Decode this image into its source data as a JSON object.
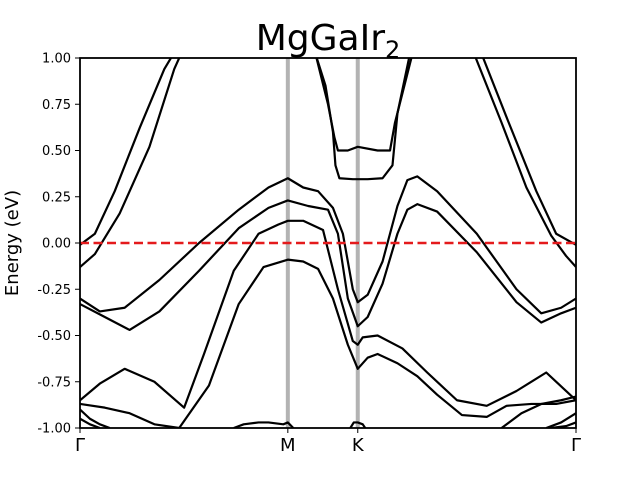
{
  "chart_data": {
    "type": "line",
    "title": {
      "main": "MgGaIr",
      "subscript": "2"
    },
    "xlabel": "",
    "ylabel": "Energy (eV)",
    "ylim": [
      -1.0,
      1.0
    ],
    "xlim": [
      0,
      1
    ],
    "yticks": [
      "-1.00",
      "-0.75",
      "-0.50",
      "-0.25",
      "0.00",
      "0.25",
      "0.50",
      "0.75",
      "1.00"
    ],
    "ytick_values": [
      -1.0,
      -0.75,
      -0.5,
      -0.25,
      0.0,
      0.25,
      0.5,
      0.75,
      1.0
    ],
    "kpoints": [
      {
        "label": "Γ",
        "x": 0.0
      },
      {
        "label": "M",
        "x": 0.419
      },
      {
        "label": "K",
        "x": 0.56
      },
      {
        "label": "Γ",
        "x": 1.0
      }
    ],
    "fermi_level": 0.0,
    "grid": false,
    "colors": {
      "bands": "#000000",
      "fermi": "#e41a1c",
      "kpath": "#b3b3b3"
    },
    "series": [
      {
        "x": [
          0.0,
          0.03,
          0.08,
          0.14,
          0.19,
          0.205
        ],
        "y": [
          -0.13,
          -0.06,
          0.16,
          0.52,
          0.94,
          1.03
        ]
      },
      {
        "x": [
          0.0,
          0.03,
          0.07,
          0.12,
          0.17,
          0.19
        ],
        "y": [
          -0.01,
          0.05,
          0.28,
          0.62,
          0.94,
          1.03
        ]
      },
      {
        "x": [
          0.0,
          0.04,
          0.09,
          0.16,
          0.24,
          0.32,
          0.38,
          0.419,
          0.45,
          0.48,
          0.51,
          0.53,
          0.55,
          0.56,
          0.58,
          0.61,
          0.64,
          0.66,
          0.68,
          0.72,
          0.8,
          0.88,
          0.93,
          0.97,
          1.0
        ],
        "y": [
          -0.3,
          -0.37,
          -0.35,
          -0.2,
          0.0,
          0.18,
          0.3,
          0.35,
          0.3,
          0.28,
          0.19,
          0.05,
          -0.25,
          -0.32,
          -0.28,
          -0.1,
          0.2,
          0.34,
          0.36,
          0.28,
          0.05,
          -0.25,
          -0.38,
          -0.35,
          -0.3
        ]
      },
      {
        "x": [
          0.0,
          0.05,
          0.1,
          0.16,
          0.24,
          0.32,
          0.38,
          0.419,
          0.46,
          0.5,
          0.52,
          0.54,
          0.56,
          0.58,
          0.61,
          0.64,
          0.66,
          0.68,
          0.72,
          0.8,
          0.88,
          0.93,
          0.97,
          1.0
        ],
        "y": [
          -0.33,
          -0.4,
          -0.47,
          -0.37,
          -0.15,
          0.08,
          0.19,
          0.23,
          0.2,
          0.18,
          0.05,
          -0.3,
          -0.45,
          -0.4,
          -0.22,
          0.05,
          0.18,
          0.21,
          0.17,
          -0.05,
          -0.32,
          -0.43,
          -0.38,
          -0.35
        ]
      },
      {
        "x": [
          0.0,
          0.04,
          0.09,
          0.15,
          0.21,
          0.25,
          0.31,
          0.36,
          0.4,
          0.419,
          0.45,
          0.49,
          0.52,
          0.55,
          0.56,
          0.57,
          0.6,
          0.65,
          0.7,
          0.76,
          0.82,
          0.88,
          0.94,
          1.0
        ],
        "y": [
          -0.85,
          -0.76,
          -0.68,
          -0.75,
          -0.89,
          -0.6,
          -0.15,
          0.05,
          0.1,
          0.12,
          0.12,
          0.07,
          -0.25,
          -0.53,
          -0.55,
          -0.51,
          -0.5,
          -0.57,
          -0.7,
          -0.85,
          -0.88,
          -0.8,
          -0.7,
          -0.85
        ]
      },
      {
        "x": [
          0.0,
          0.05,
          0.1,
          0.15,
          0.2,
          0.26,
          0.32,
          0.37,
          0.419,
          0.45,
          0.48,
          0.51,
          0.54,
          0.56,
          0.58,
          0.6,
          0.64,
          0.68,
          0.72,
          0.77,
          0.82,
          0.86,
          0.91,
          0.96,
          1.0
        ],
        "y": [
          -0.87,
          -0.89,
          -0.92,
          -0.98,
          -1.0,
          -0.77,
          -0.33,
          -0.13,
          -0.09,
          -0.1,
          -0.14,
          -0.3,
          -0.55,
          -0.68,
          -0.62,
          -0.6,
          -0.65,
          -0.72,
          -0.82,
          -0.93,
          -0.94,
          -0.88,
          -0.87,
          -0.87,
          -0.85
        ]
      },
      {
        "x": [
          0.0,
          0.02,
          0.04,
          0.06
        ],
        "y": [
          -0.9,
          -0.95,
          -0.98,
          -1.0
        ]
      },
      {
        "x": [
          0.0,
          0.02,
          0.04
        ],
        "y": [
          -0.95,
          -0.98,
          -1.0
        ]
      },
      {
        "x": [
          0.31,
          0.33,
          0.36,
          0.38,
          0.41,
          0.419,
          0.43
        ],
        "y": [
          -1.0,
          -0.98,
          -0.97,
          -0.97,
          -0.98,
          -0.97,
          -1.0
        ]
      },
      {
        "x": [
          0.545,
          0.552,
          0.56,
          0.57,
          0.575
        ],
        "y": [
          -1.0,
          -0.97,
          -0.97,
          -0.98,
          -1.0
        ]
      },
      {
        "x": [
          0.94,
          0.97,
          1.0
        ],
        "y": [
          -1.0,
          -0.97,
          -0.92
        ]
      },
      {
        "x": [
          0.95,
          0.98,
          1.0
        ],
        "y": [
          -1.0,
          -0.99,
          -0.97
        ]
      },
      {
        "x": [
          0.85,
          0.89,
          0.93,
          0.97,
          1.0
        ],
        "y": [
          -1.0,
          -0.92,
          -0.87,
          -0.85,
          -0.83
        ]
      },
      {
        "x": [
          0.475,
          0.5,
          0.513,
          0.52,
          0.54,
          0.56,
          0.6,
          0.625,
          0.635,
          0.67
        ],
        "y": [
          1.02,
          0.75,
          0.57,
          0.5,
          0.5,
          0.52,
          0.5,
          0.5,
          0.65,
          1.02
        ]
      },
      {
        "x": [
          0.475,
          0.495,
          0.51,
          0.515,
          0.523,
          0.55,
          0.58,
          0.61,
          0.63,
          0.64,
          0.665
        ],
        "y": [
          1.02,
          0.85,
          0.6,
          0.42,
          0.35,
          0.345,
          0.345,
          0.35,
          0.42,
          0.7,
          1.02
        ]
      },
      {
        "x": [
          0.795,
          0.85,
          0.9,
          0.95,
          0.98,
          1.0
        ],
        "y": [
          1.02,
          0.65,
          0.3,
          0.04,
          -0.07,
          -0.13
        ]
      },
      {
        "x": [
          0.81,
          0.86,
          0.92,
          0.96,
          1.0
        ],
        "y": [
          1.02,
          0.68,
          0.28,
          0.05,
          -0.01
        ]
      }
    ]
  }
}
